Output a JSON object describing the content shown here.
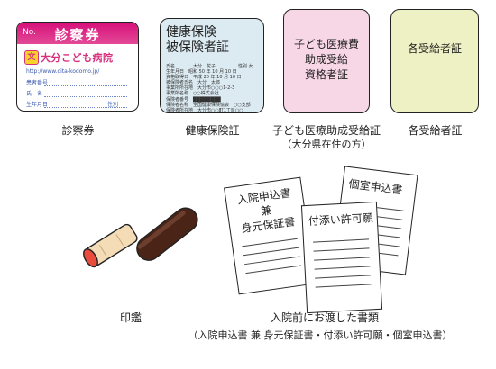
{
  "cards": {
    "shinsatsuken": {
      "number_label": "No.",
      "header": "診察券",
      "logo_badge": "文",
      "logo_text": "大分こども病院",
      "url": "http://www.oita-kodomo.jp/",
      "fields": [
        "患者番号",
        "氏　名",
        "生年月日"
      ],
      "sex_label": "性別",
      "caption": "診察券"
    },
    "kenkou_hoken": {
      "title_line1": "健康保険",
      "title_line2": "被保険者証",
      "rows": [
        "氏名　　　　大分　花子　　　　　性別 女",
        "生年月日　昭和 50 年 10 月 10 日",
        "資格取得日　平成 20 年 10 月 10 日",
        "被保険者氏名　大分　太郎",
        "事業所所在地　大分市○○○1-2-3",
        "事業所名称　○○株式会社",
        "保険者番号　████████",
        "保険者名称　全国健康保険協会　○○支部",
        "保険者所在地　大分市○○町1丁目○○"
      ],
      "caption": "健康保険証"
    },
    "kodomo_iryou": {
      "lines": [
        "子ども医療費",
        "助成受給",
        "資格者証"
      ],
      "caption": "子ども医療助成受給証",
      "subcaption": "（大分県在住の方）"
    },
    "kaku_jukyuu": {
      "label": "各受給者証",
      "caption": "各受給者証"
    }
  },
  "seal": {
    "caption": "印鑑"
  },
  "documents": {
    "doc1_lines": [
      "入院申込書",
      "兼",
      "身元保証書"
    ],
    "doc2_title": "個室申込書",
    "doc3_title": "付添い許可願",
    "caption": "入院前にお渡した書類",
    "subcaption": "（入院申込書 兼 身元保証書・付添い許可願・個室申込書）"
  },
  "colors": {
    "card1_band": "#d6107a",
    "card2_bg": "#dcebf2",
    "card3_bg": "#f7d6e6",
    "card4_bg": "#eef1c3",
    "seal_case": "#4a2417",
    "seal_stick": "#f3dcb6"
  }
}
